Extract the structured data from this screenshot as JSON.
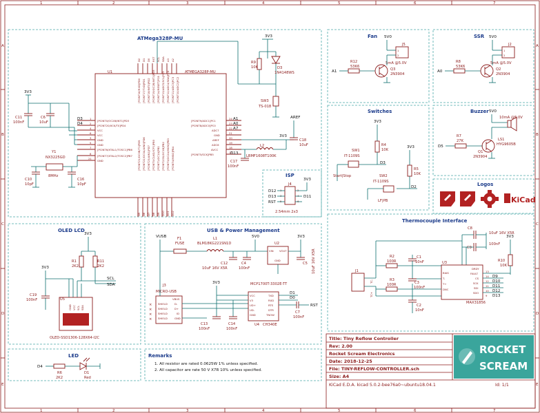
{
  "colors": {
    "border": "#8b1a1a",
    "wire": "#0b6e6e",
    "part": "#8b1a1a",
    "pin_text": "#8b1a1a",
    "label": "#111111",
    "section_box": "#4aa8a8",
    "section_title": "#1a3a8a",
    "background": "#ffffff",
    "logo_red": "#b22222",
    "logo_teal": "#3aa59c"
  },
  "ruler": {
    "top": [
      "1",
      "2",
      "3",
      "4",
      "5",
      "6",
      "7"
    ],
    "side": [
      "A",
      "B",
      "C",
      "D",
      "E"
    ]
  },
  "sections": {
    "mcu": "ATMega328P-MU",
    "fan": "Fan",
    "ssr": "SSR",
    "switches": "Switches",
    "buzzer": "Buzzer",
    "isp": "ISP",
    "logos": "Logos",
    "oled": "OLED LCD",
    "usb": "USB & Power Management",
    "thermo": "Thermocouple Interface",
    "led": "LED",
    "remarks": "Remarks"
  },
  "mcu": {
    "ref": "U1",
    "part": "ATMEGA328P-MU",
    "left_pins": [
      "[PCINT0/OC2B/INT1]PD3",
      "[PCINT20/XCK/T0]PD4",
      "VCC",
      "VCC",
      "GND",
      "GND",
      "[PCINT6/XTAL1/TOSC1]PB6",
      "[PCINT7/XTAL2/TOSC2]PB7",
      "GND"
    ],
    "left_pin_numbers": [
      "1",
      "2",
      "4",
      "6",
      "3",
      "5",
      "7",
      "8",
      "21"
    ],
    "left_nets": [
      "D3",
      "D4"
    ],
    "right_pins": [
      "[PCINT9/ADC1]PC1",
      "[PCINT8/ADC0]PC0",
      "ADC7",
      "GND",
      "AREF",
      "ADC6",
      "AVCC",
      "[PCINT5/SCK]PB5"
    ],
    "right_pin_numbers": [
      "24",
      "23",
      "22",
      "21",
      "20",
      "19",
      "18",
      "17"
    ],
    "right_nets": [
      "A1",
      "A0",
      "A7",
      "AREF",
      "D13"
    ],
    "top_pins": [
      "[PCINT16/RXD]PD0",
      "[PCINT17/TXD]PD1",
      "[PCINT18/INT0]PD2",
      "[PCINT19/OC2B/INT1]PD3",
      "[PCINT14/RESET]PC6",
      "[PCINT13/ADC5/SCL]PC5",
      "[PCINT12/ADC4/SDA]PC4",
      "[PCINT11/ADC3]PC3",
      "[PCINT10/ADC2]PC2"
    ],
    "top_nets": [
      "D2",
      "D1",
      "D0",
      "RST",
      "SCL",
      "SDA",
      "A3",
      "A2"
    ],
    "bottom_pins": [
      "[PCINT21/OC0B/T1]PD5",
      "[PCINT22/OC0A/AIN0]PD6",
      "[PCINT23/AIN1]PD7",
      "[PCINT0/CLKO/ICP1]PB0",
      "[PCINT1/OC1A]PB1",
      "[PCINT2/SS/OC1B]PB2",
      "[PCINT3/OC2A/MOSI]PB3",
      "[PCINT4/MISO]PB4"
    ],
    "bottom_nets": [
      "D5",
      "D6",
      "D7",
      "D8",
      "D9",
      "D10",
      "D11",
      "D12"
    ],
    "caps": [
      {
        "ref": "C11",
        "value": "100nF"
      },
      {
        "ref": "C6",
        "value": "10uF"
      },
      {
        "ref": "C18",
        "value": "10uF"
      },
      {
        "ref": "C17",
        "value": "100nF"
      }
    ],
    "crystal": {
      "ref": "Y1",
      "part": "NX3225GD",
      "freq": "8MHz"
    },
    "crystal_caps": [
      {
        "ref": "C10",
        "value": "10pF"
      },
      {
        "ref": "C16",
        "value": "10pF"
      }
    ],
    "inductor": {
      "ref": "L2",
      "value": "LBMF1608T100K"
    },
    "reset": {
      "r": "R9",
      "rv": "10K",
      "d": "D3",
      "dv": "1N4148WS",
      "sw": "SW3",
      "swv": "TS-018",
      "rail": "3V3"
    },
    "rail": "3V3",
    "aref": "AREF"
  },
  "fan": {
    "rail": "5V0",
    "conn": "J5",
    "cap": "5mA @5.0V",
    "r": "R12",
    "rv": "53K6",
    "q": "Q3",
    "qv": "2N3904",
    "net": "A1",
    "pins": [
      "1",
      "2"
    ]
  },
  "ssr": {
    "rail": "5V0",
    "conn": "J2",
    "cap": "5mA @5.0V",
    "r": "R8",
    "rv": "53K6",
    "q": "Q2",
    "qv": "2N3904",
    "net": "A0",
    "pins": [
      "1",
      "2"
    ]
  },
  "buzzer": {
    "rail": "5V0",
    "cap": "10mA @5.0V",
    "ls": "LS1",
    "lsv": "HYG9605B",
    "r": "R7",
    "rv": "27K",
    "q": "Q1",
    "qv": "2N3904",
    "net": "D5"
  },
  "switches": {
    "rail": "3V3",
    "sw1": "SW1",
    "sw1v": "IT-1109S",
    "sw1lbl": "Start|Stop",
    "sw2": "SW2",
    "sw2v": "IT-1109S",
    "sw2lbl": "LF|PB",
    "r4": "R4",
    "r4v": "10K",
    "r5": "R5",
    "r5v": "10K",
    "n1": "D3",
    "n2": "D2"
  },
  "isp": {
    "ref": "J4",
    "nets_left": [
      "D12",
      "D13",
      "RST"
    ],
    "nets_right": [
      "3V3",
      "D11",
      ""
    ],
    "pins": [
      "1",
      "2",
      "3",
      "4",
      "5",
      "6"
    ],
    "part": "2.54mm 2x3",
    "rail": "3V3"
  },
  "oled": {
    "rail": "3V3",
    "r1": "R1",
    "r1v": "2K2",
    "r2": "R11",
    "r2v": "2K2",
    "scl": "SCL",
    "sda": "SDA",
    "cap": "C19",
    "capv": "100nF",
    "ref": "U5",
    "part": "OLED-SSD1306-128X64-I2C",
    "pins": [
      "GND",
      "VCC",
      "SCL",
      "SDA"
    ]
  },
  "usb": {
    "vusb": "VUSB",
    "fuse": "F1",
    "fusev": "FUSE",
    "l": "L1",
    "lv": "BLM18KG221SN1D",
    "c12": "C12",
    "c12v": "10uF 16V X5R",
    "c4": "C4",
    "c4v": "100nF",
    "reg": "U2",
    "regv": "MCP1700T-3302E-TT",
    "reg_pins": [
      "VIN",
      "VOUT",
      "GND"
    ],
    "c5": "C5",
    "c5v": "10uF 16V X5R",
    "rails": [
      "5V0",
      "3V3"
    ],
    "conn": "J3",
    "connv": "MICRO-USB",
    "conn_pins": [
      "VBUS",
      "D-",
      "D+",
      "ID",
      "GND",
      "SHIELD",
      "SHIELD",
      "SHIELD",
      "SHIELD"
    ],
    "bridge": "U4",
    "bridgev": "CH340E",
    "bridge_pins_l": [
      "VCC",
      "V3",
      "UD+",
      "UD-",
      "GND"
    ],
    "bridge_pins_r": [
      "TXD",
      "RXD",
      "RTS",
      "DTR",
      "TNOW"
    ],
    "c13": "C13",
    "c13v": "100nF",
    "c14": "C14",
    "c14v": "100nF",
    "c7": "C7",
    "c7v": "100nF",
    "d1": "D1",
    "d0": "D0",
    "rst": "RST"
  },
  "thermo": {
    "rail": "3V3",
    "ref": "U3",
    "part": "MAX31856",
    "c8": "C8",
    "c8v": "10uF 16V X5R",
    "c9": "C9",
    "c9v": "100nF",
    "r2": "R2",
    "r2v": "100R",
    "r3": "R3",
    "r3v": "100R",
    "c1": "C1",
    "c1v": "10nF",
    "c2": "C2",
    "c2v": "10nF",
    "c3": "C3",
    "c3v": "100nF",
    "r10": "R10",
    "r10v": "10K",
    "conn": "J1",
    "tc_plus": "TC+",
    "tc_minus": "TC-",
    "left_pins": [
      "BIAS",
      "T-",
      "T+",
      "DNC"
    ],
    "right_pins": [
      "DRDY",
      "FAULT",
      "CS",
      "SCK",
      "SDI",
      "SDO"
    ],
    "right_nets": [
      "D9",
      "D10",
      "D11",
      "D12",
      "D13"
    ],
    "pin_nums": [
      "13",
      "14",
      "12",
      "11",
      "10",
      "9"
    ]
  },
  "led": {
    "net": "D4",
    "r": "R6",
    "rv": "2K2",
    "d": "D1",
    "dv": "Red"
  },
  "remarks": [
    "1. All resistor are rated 0.0625W 1% unless specified.",
    "2. All capacitor are rate 50 V X7R 10% unless specified."
  ],
  "title_block": {
    "title": "Title: Tiny Reflow Controller",
    "rev": "Rev: 2.00",
    "company": "Rocket Scream Electronics",
    "date": "Date: 2018-12-25",
    "file": "File: TINY-REFLOW-CONTROLLER.sch",
    "size": "Size: A4",
    "kicad": "KiCad E.D.A.  kicad 5.0.2-bee76a0~ubuntu18.04.1",
    "id": "Id: 1/1",
    "logo_line1": "ROCKET",
    "logo_line2": "SCREAM"
  },
  "logos": {
    "kicad": "KiCad"
  }
}
